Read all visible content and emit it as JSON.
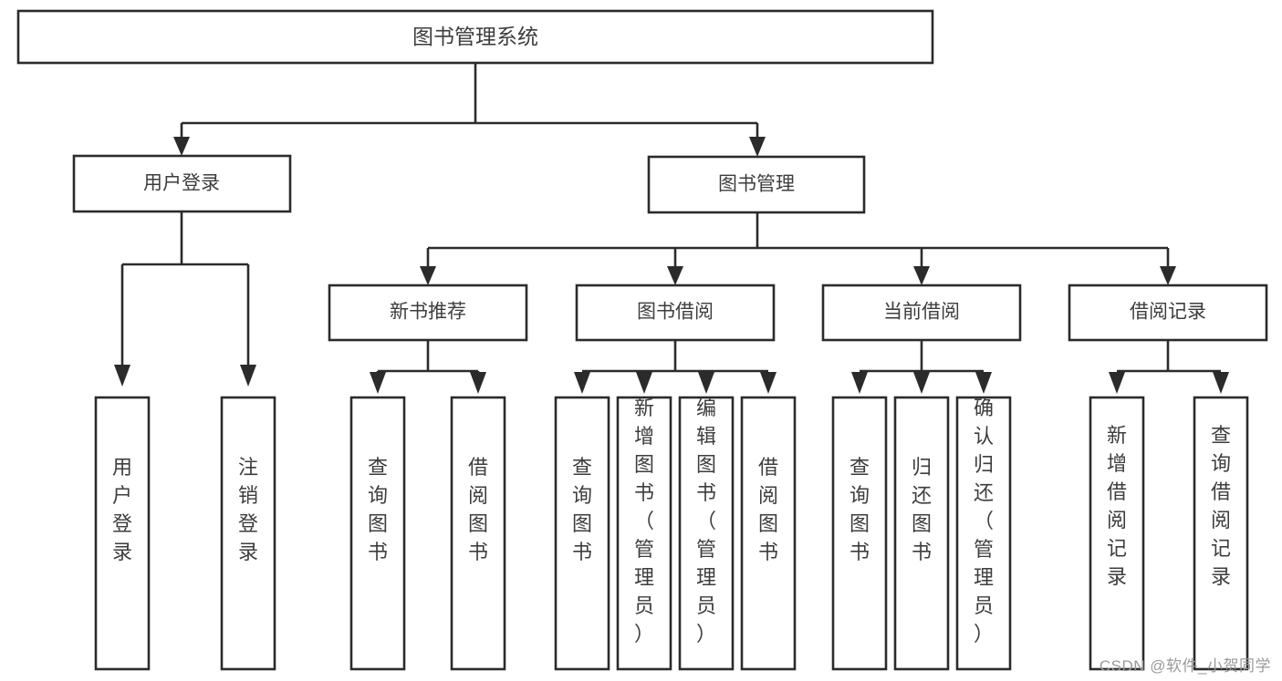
{
  "diagram": {
    "title": "图书管理系统",
    "type": "tree",
    "watermark": "CSDN @软件_小贺同学",
    "colors": {
      "stroke": "#2b2b2b",
      "fill": "#ffffff",
      "text": "#3d3d3d",
      "watermark": "#9a9a9a"
    },
    "root": {
      "label": "图书管理系统"
    },
    "level2": [
      {
        "label": "用户登录"
      },
      {
        "label": "图书管理"
      }
    ],
    "level3": [
      {
        "label": "新书推荐"
      },
      {
        "label": "图书借阅"
      },
      {
        "label": "当前借阅"
      },
      {
        "label": "借阅记录"
      }
    ],
    "leaves": {
      "user_login": [
        {
          "label": "用户登录"
        },
        {
          "label": "注销登录"
        }
      ],
      "new_book_recommend": [
        {
          "label": "查询图书"
        },
        {
          "label": "借阅图书"
        }
      ],
      "book_borrow": [
        {
          "label": "查询图书"
        },
        {
          "label": "新增图书（管理员）"
        },
        {
          "label": "编辑图书（管理员）"
        },
        {
          "label": "借阅图书"
        }
      ],
      "current_borrow": [
        {
          "label": "查询图书"
        },
        {
          "label": "归还图书"
        },
        {
          "label": "确认归还（管理员）"
        }
      ],
      "borrow_record": [
        {
          "label": "新增借阅记录"
        },
        {
          "label": "查询借阅记录"
        }
      ]
    }
  }
}
